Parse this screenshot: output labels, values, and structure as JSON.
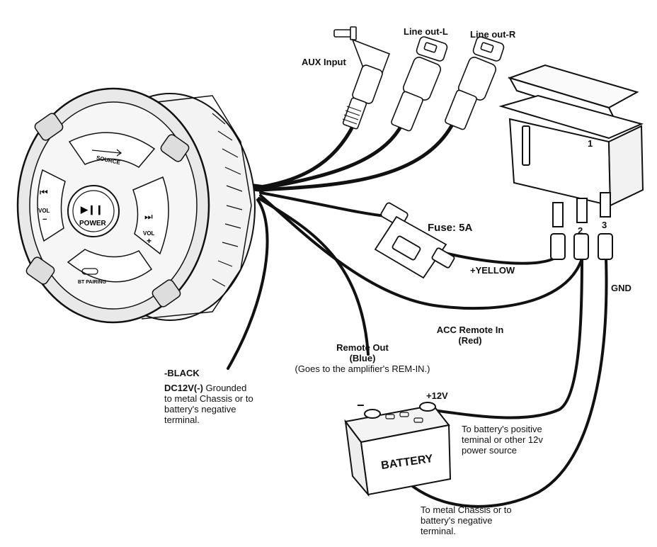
{
  "labels": {
    "aux_input": "AUX Input",
    "line_out_l": "Line out-L",
    "line_out_r": "Line out-R",
    "fuse": "Fuse: 5A",
    "yellow": "+YELLOW",
    "gnd": "GND",
    "acc_remote_line1": "ACC Remote In",
    "acc_remote_line2": "(Red)",
    "remote_out_line1": "Remote Out",
    "remote_out_line2": "(Blue)",
    "remote_out_note": "(Goes to the amplifier's REM-IN.)",
    "black_title": "-BLACK",
    "black_note_bold": "DC12V(-)",
    "black_note_rest1": " Grounded",
    "black_note_line2": "to metal Chassis or to",
    "black_note_line3": "battery's negative",
    "black_note_line4": "terminal.",
    "plus12v": "+12V",
    "battery_positive_line1": "To battery's positive",
    "battery_positive_line2": "teminal or other 12v",
    "battery_positive_line3": "power source",
    "chassis_line1": "To metal Chassis or to",
    "chassis_line2": "battery's negative",
    "chassis_line3": "terminal."
  },
  "controller": {
    "source_label": "SOURCE",
    "power_label": "POWER",
    "play_pause_symbol": "▶❙❙",
    "prev_symbol": "⏮",
    "next_symbol": "⏭",
    "vol_minus_line1": "VOL",
    "vol_minus_line2": "−",
    "vol_plus_line1": "VOL",
    "vol_plus_line2": "+",
    "bt_pairing_label": "BT PAIRING"
  },
  "switch": {
    "label": "1",
    "pin2": "2",
    "pin3": "3"
  },
  "battery": {
    "label": "BATTERY",
    "minus": "−",
    "plus": "+"
  }
}
